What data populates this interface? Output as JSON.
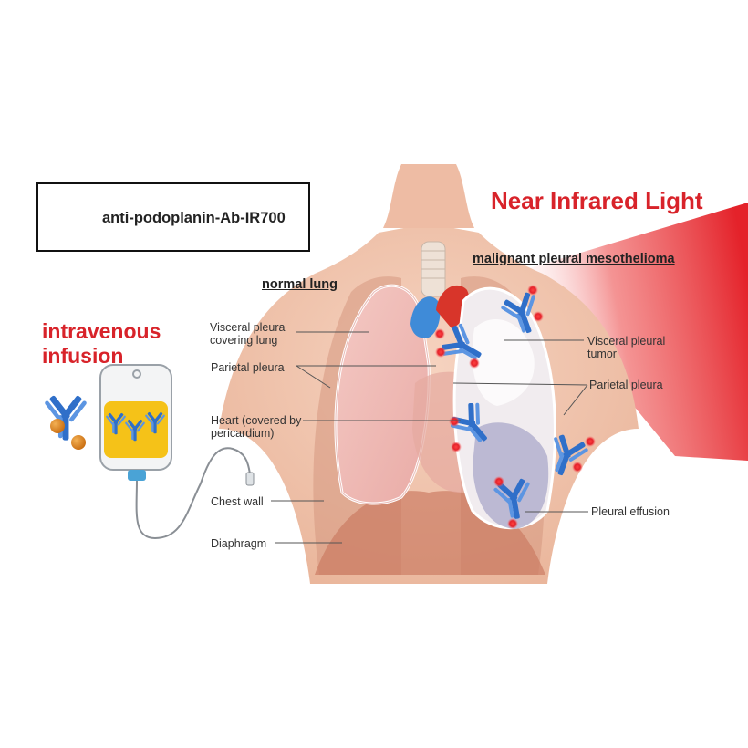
{
  "legend": {
    "label": "anti-podoplanin-Ab-IR700"
  },
  "nir": {
    "title": "Near Infrared Light"
  },
  "infusion": {
    "line1": "intravenous",
    "line2": "infusion"
  },
  "headings": {
    "normal_lung": "normal lung",
    "mesothelioma": "malignant pleural mesothelioma"
  },
  "left_labels": {
    "visceral_pleura": "Visceral pleura covering lung",
    "parietal_pleura": "Parietal pleura",
    "heart": "Heart (covered by pericardium)",
    "chest_wall": "Chest wall",
    "diaphragm": "Diaphragm"
  },
  "right_labels": {
    "visceral_tumor": "Visceral pleural tumor",
    "parietal_pleura": "Parietal pleura",
    "effusion": "Pleural effusion"
  },
  "colors": {
    "antibody": "#2f6fc9",
    "dye": "#e08a1e",
    "light": "#e4222a",
    "skin": "#efc4ad"
  }
}
